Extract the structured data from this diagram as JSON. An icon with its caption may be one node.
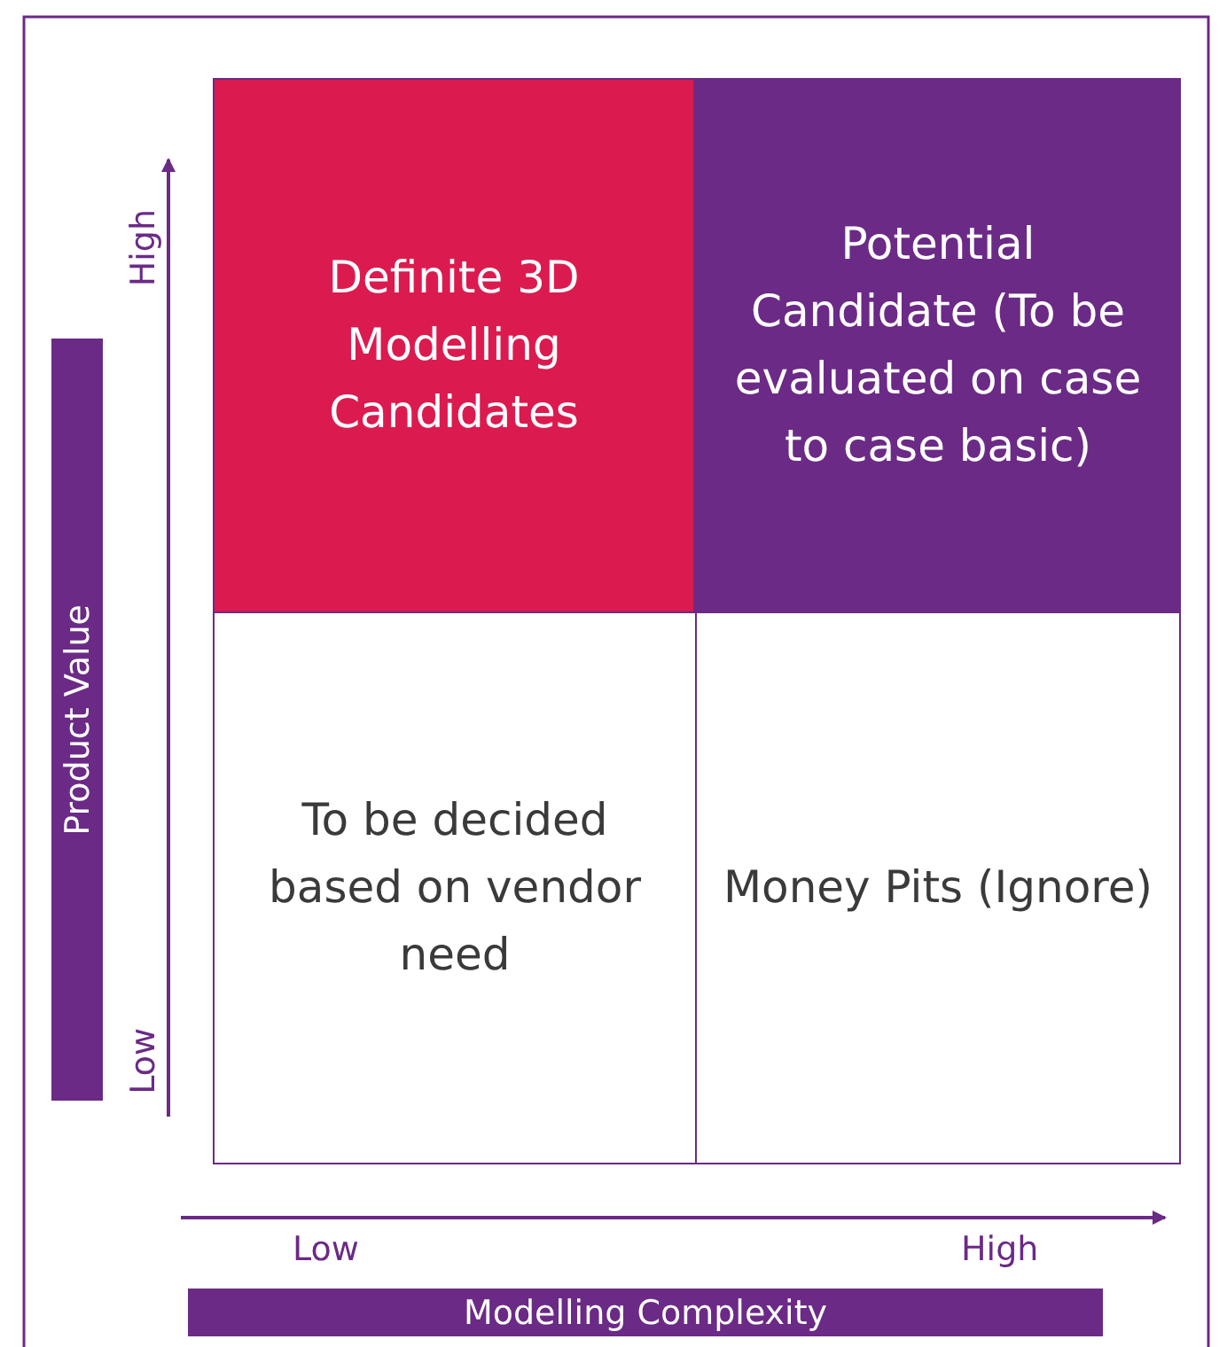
{
  "diagram": {
    "nodes": [
      {
        "text": [
          "Definite 3D Modelling Candidates"
        ]
      },
      {
        "text": [
          "Potential Candidate (To be evaluated on case to case basic)"
        ]
      },
      {
        "text": [
          "To be decided based on vendor need"
        ]
      },
      {
        "text": [
          "Money Pits (Ignore)"
        ]
      },
      {
        "text": [
          "Product Value"
        ]
      },
      {
        "text": [
          "Modelling Complexity"
        ]
      }
    ],
    "edges": [],
    "labels": [
      "High",
      "Low",
      "Low",
      "High"
    ]
  }
}
